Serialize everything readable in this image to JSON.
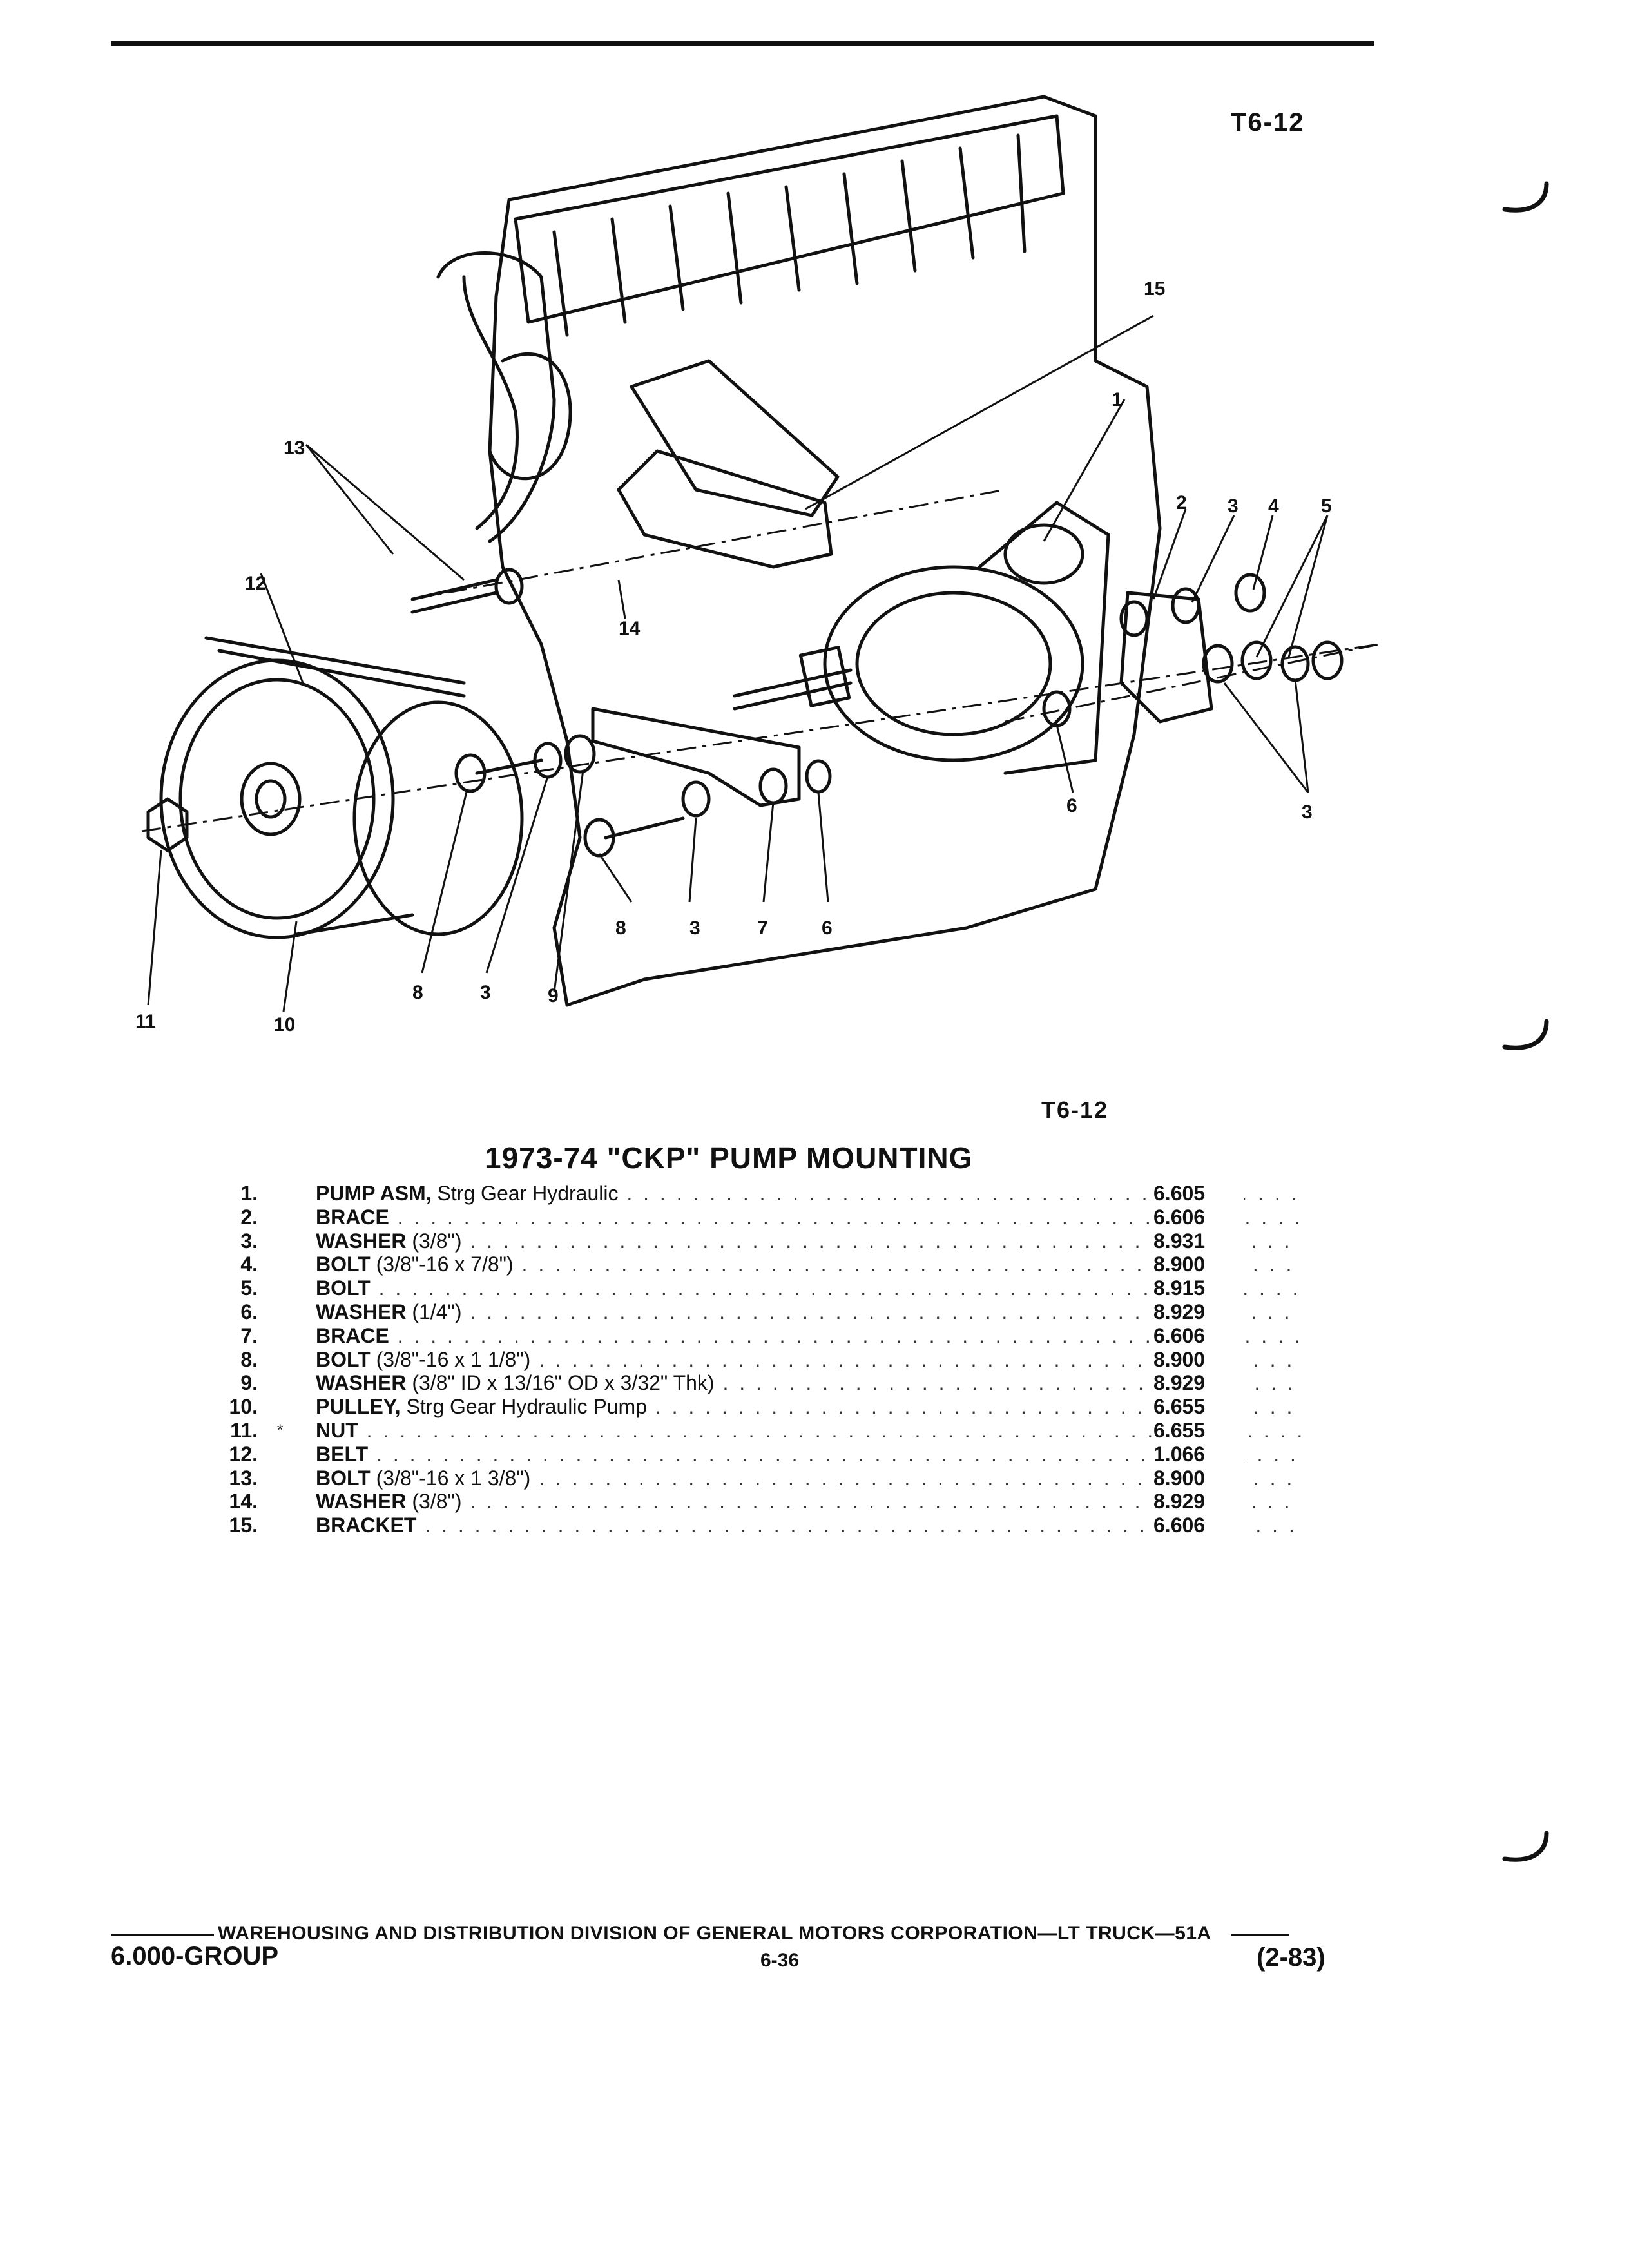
{
  "header": {
    "figure_ref": "T6-12"
  },
  "diagram": {
    "callouts": [
      "1",
      "2",
      "3",
      "4",
      "5",
      "3",
      "6",
      "3",
      "7",
      "6",
      "8",
      "3",
      "9",
      "8",
      "10",
      "11",
      "12",
      "13",
      "14",
      "15"
    ]
  },
  "figure_ref_caption": "T6-12",
  "section_title": "1973-74 \"CKP\" PUMP MOUNTING",
  "parts": [
    {
      "no": "1.",
      "name": "PUMP ASM,",
      "detail": " Strg Gear Hydraulic",
      "group": "6.605"
    },
    {
      "no": "2.",
      "name": "BRACE",
      "detail": "",
      "group": "6.606"
    },
    {
      "no": "3.",
      "name": "WASHER",
      "detail": " (3/8\")",
      "group": "8.931"
    },
    {
      "no": "4.",
      "name": "BOLT",
      "detail": " (3/8\"-16 x 7/8\")",
      "group": "8.900"
    },
    {
      "no": "5.",
      "name": "BOLT",
      "detail": "",
      "group": "8.915"
    },
    {
      "no": "6.",
      "name": "WASHER",
      "detail": " (1/4\")",
      "group": "8.929"
    },
    {
      "no": "7.",
      "name": "BRACE",
      "detail": "",
      "group": "6.606"
    },
    {
      "no": "8.",
      "name": "BOLT",
      "detail": " (3/8\"-16 x 1 1/8\")",
      "group": "8.900"
    },
    {
      "no": "9.",
      "name": "WASHER",
      "detail": " (3/8\" ID x 13/16\" OD x 3/32\" Thk)",
      "group": "8.929"
    },
    {
      "no": "10.",
      "name": "PULLEY,",
      "detail": " Strg Gear Hydraulic Pump",
      "group": "6.655"
    },
    {
      "no": "11.",
      "name": "NUT",
      "detail": "",
      "group": "6.655",
      "mark": "*"
    },
    {
      "no": "12.",
      "name": "BELT",
      "detail": "",
      "group": "1.066"
    },
    {
      "no": "13.",
      "name": "BOLT",
      "detail": " (3/8\"-16 x 1 3/8\")",
      "group": "8.900"
    },
    {
      "no": "14.",
      "name": "WASHER",
      "detail": " (3/8\")",
      "group": "8.929"
    },
    {
      "no": "15.",
      "name": "BRACKET",
      "detail": "",
      "group": "6.606"
    }
  ],
  "footer": {
    "publisher": "WAREHOUSING AND DISTRIBUTION DIVISION OF GENERAL MOTORS CORPORATION—LT TRUCK—51A",
    "group_label": "6.000-GROUP",
    "page_number": "6-36",
    "revision": "(2-83)"
  }
}
